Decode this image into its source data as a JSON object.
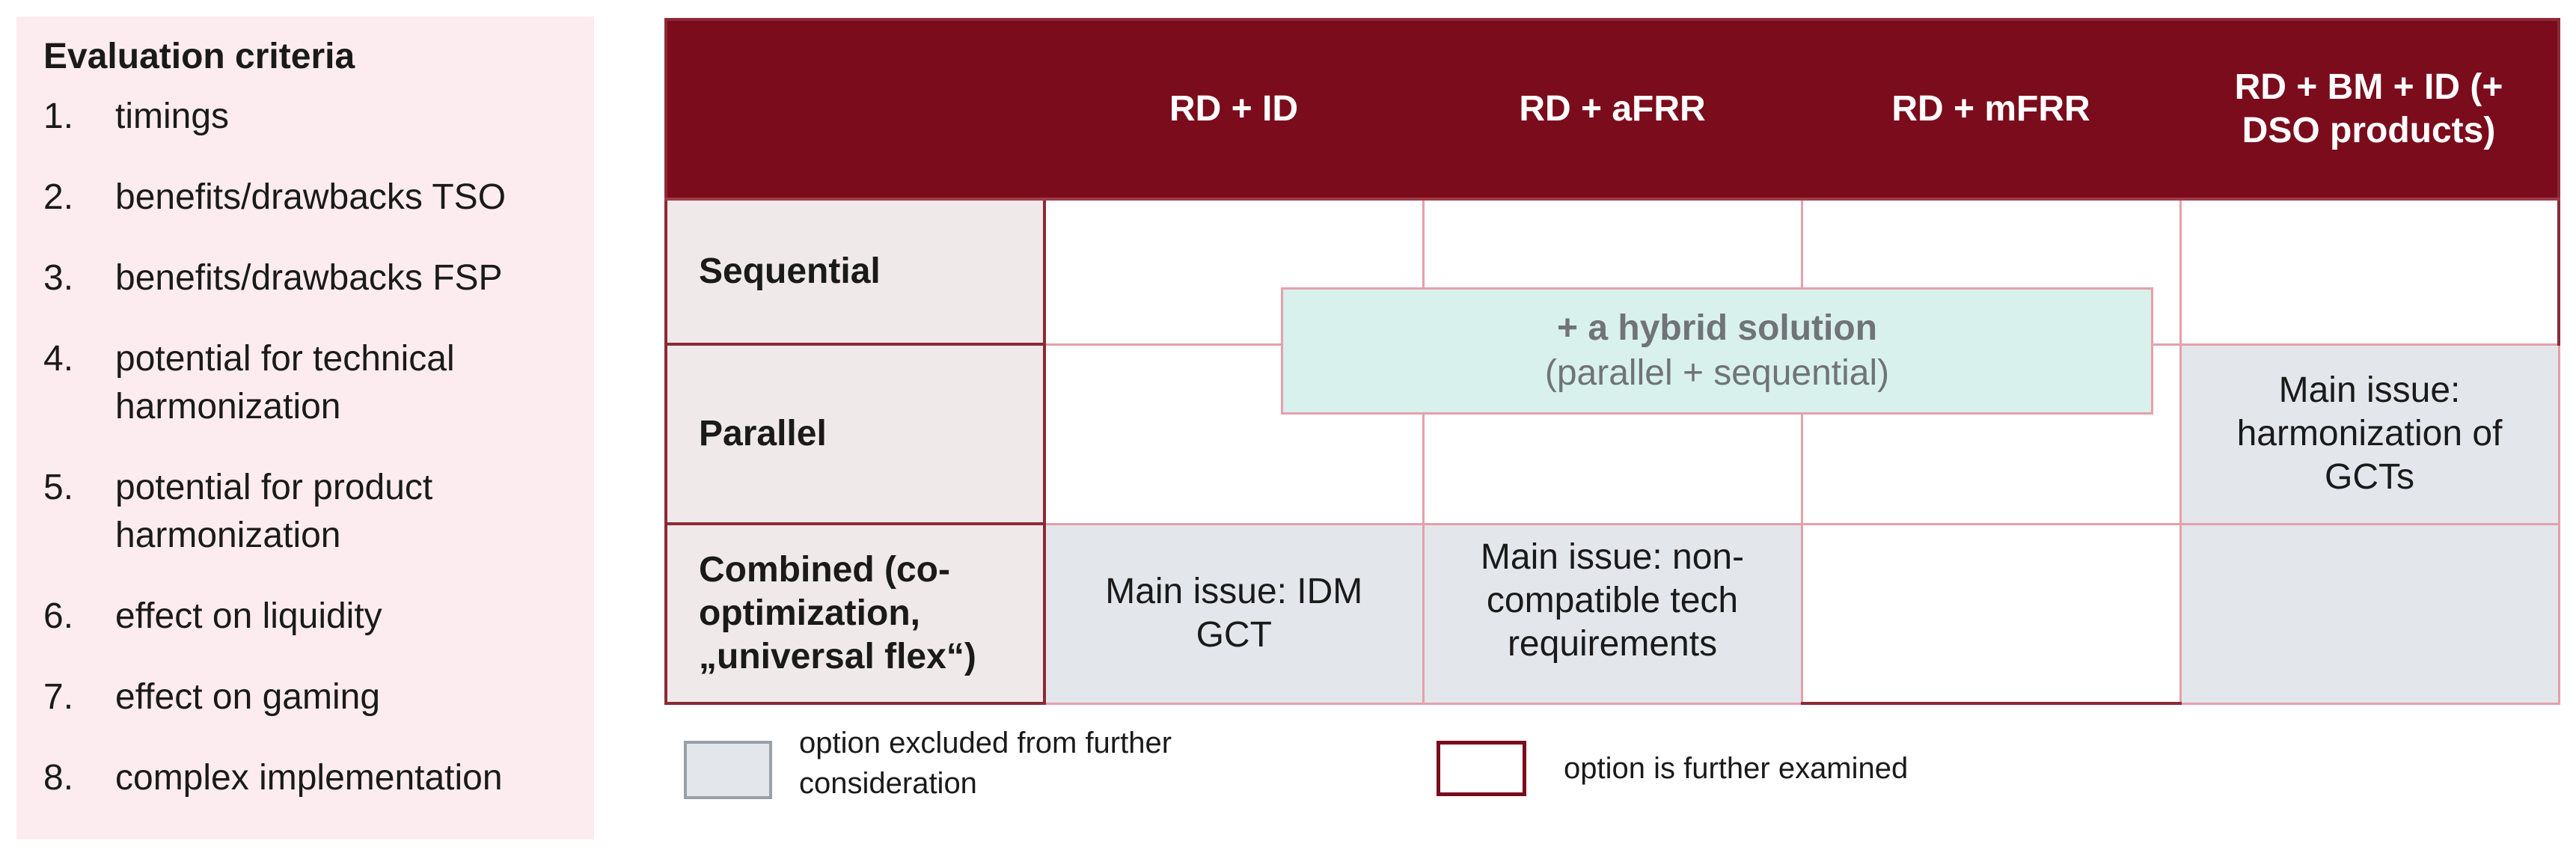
{
  "criteria": {
    "title": "Evaluation criteria",
    "items": [
      {
        "num": "1.",
        "text": "timings"
      },
      {
        "num": "2.",
        "text": "benefits/drawbacks TSO"
      },
      {
        "num": "3.",
        "text": "benefits/drawbacks FSP"
      },
      {
        "num": "4.",
        "text": "potential for technical harmonization"
      },
      {
        "num": "5.",
        "text": "potential for product harmonization"
      },
      {
        "num": "6.",
        "text": "effect on liquidity"
      },
      {
        "num": "7.",
        "text": "effect on gaming"
      },
      {
        "num": "8.",
        "text": "complex implementation"
      }
    ]
  },
  "table": {
    "columns": [
      "RD + ID",
      "RD + aFRR",
      "RD + mFRR",
      "RD + BM + ID (+ DSO products)"
    ],
    "rows": [
      {
        "label": "Sequential",
        "cells": [
          "",
          "",
          "",
          ""
        ]
      },
      {
        "label": "Parallel",
        "cells": [
          "",
          "",
          "",
          "Main issue: harmonization of GCTs"
        ]
      },
      {
        "label": "Combined (co-optimization, „universal flex“)",
        "cells": [
          "Main issue: IDM GCT",
          "Main issue: non-compatible tech requirements",
          "",
          ""
        ]
      }
    ],
    "excluded_cells": [
      [
        1,
        3
      ],
      [
        2,
        0
      ],
      [
        2,
        1
      ],
      [
        2,
        3
      ]
    ]
  },
  "hybrid": {
    "title": "+ a hybrid solution",
    "subtitle": "(parallel + sequential)"
  },
  "legend": {
    "excluded": "option excluded from further consideration",
    "examined": "option is further examined"
  },
  "colors": {
    "header": "#7b0c1c",
    "excluded": "#e3e6ea",
    "hybrid": "#d8f1ec",
    "panel": "#fdecef"
  }
}
